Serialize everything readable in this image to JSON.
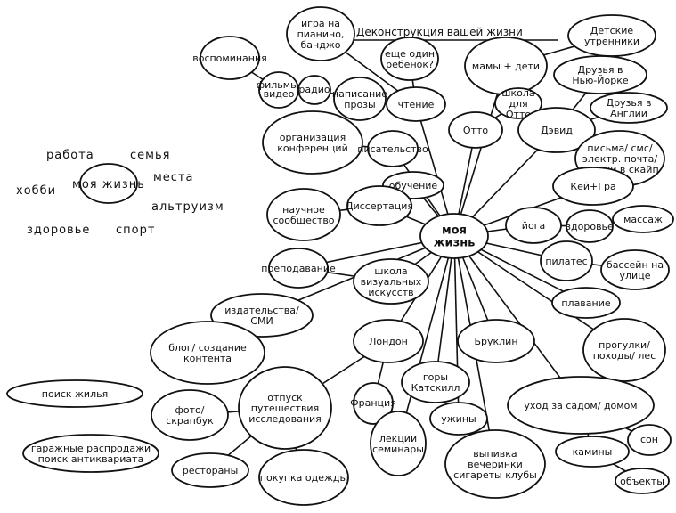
{
  "title": "Деконструкция вашей жизни",
  "legend": {
    "center": "моя жизнь",
    "words": [
      "работа",
      "семья",
      "места",
      "хобби",
      "альтруизм",
      "здоровье",
      "спорт"
    ]
  },
  "nodes": [
    {
      "id": "center",
      "text": "моя жизнь"
    },
    {
      "id": "piano",
      "text": "игра на пианино, банджо"
    },
    {
      "id": "memories",
      "text": "воспоминания"
    },
    {
      "id": "one-more-child",
      "text": "еще один ребенок?"
    },
    {
      "id": "films",
      "text": "фильмы, видео"
    },
    {
      "id": "radio",
      "text": "радио"
    },
    {
      "id": "prose",
      "text": "написание прозы"
    },
    {
      "id": "reading",
      "text": "чтение"
    },
    {
      "id": "moms-kids",
      "text": "мамы + дети"
    },
    {
      "id": "kids-parties",
      "text": "Детские утренники"
    },
    {
      "id": "ny-friends",
      "text": "Друзья в Нью-Йорке"
    },
    {
      "id": "uk-friends",
      "text": "Друзья в Англии"
    },
    {
      "id": "otto-school",
      "text": "школа для Отто"
    },
    {
      "id": "otto",
      "text": "Отто"
    },
    {
      "id": "david",
      "text": "Дэвид"
    },
    {
      "id": "letters",
      "text": "письма/ смс/ электр. почта/ звонки в скайп"
    },
    {
      "id": "kay-gra",
      "text": "Кей+Гра"
    },
    {
      "id": "conference",
      "text": "организация конференций"
    },
    {
      "id": "writing",
      "text": "писательство"
    },
    {
      "id": "education",
      "text": "обучение"
    },
    {
      "id": "dissertation",
      "text": "Диссертация"
    },
    {
      "id": "sci-community",
      "text": "научное сообщество"
    },
    {
      "id": "yoga",
      "text": "йога"
    },
    {
      "id": "health",
      "text": "здоровье"
    },
    {
      "id": "massage",
      "text": "массаж"
    },
    {
      "id": "pilates",
      "text": "пилатес"
    },
    {
      "id": "pool",
      "text": "бассейн на улице"
    },
    {
      "id": "swimming",
      "text": "плавание"
    },
    {
      "id": "teaching",
      "text": "преподавание"
    },
    {
      "id": "sva",
      "text": "школа визуальных искусств"
    },
    {
      "id": "publishing",
      "text": "издательства/ СМИ"
    },
    {
      "id": "blog",
      "text": "блог/ создание контента"
    },
    {
      "id": "london",
      "text": "Лондон"
    },
    {
      "id": "brooklyn",
      "text": "Бруклин"
    },
    {
      "id": "walks",
      "text": "прогулки/ походы/ лес"
    },
    {
      "id": "house-search",
      "text": "поиск жилья"
    },
    {
      "id": "photo",
      "text": "фото/ скрапбук"
    },
    {
      "id": "vacation",
      "text": "отпуск путешествия исследования"
    },
    {
      "id": "france",
      "text": "Франция"
    },
    {
      "id": "catskill",
      "text": "горы Катскилл"
    },
    {
      "id": "garden",
      "text": "уход за садом/ домом"
    },
    {
      "id": "garage",
      "text": "гаражные распродажи поиск антиквариата"
    },
    {
      "id": "restaurants",
      "text": "рестораны"
    },
    {
      "id": "clothes",
      "text": "покупка одежды"
    },
    {
      "id": "lectures",
      "text": "лекции семинары"
    },
    {
      "id": "dinners",
      "text": "ужины"
    },
    {
      "id": "drinks",
      "text": "выпивка вечеринки сигареты клубы"
    },
    {
      "id": "fireplaces",
      "text": "камины"
    },
    {
      "id": "sleep",
      "text": "сон"
    },
    {
      "id": "objects",
      "text": "объекты"
    }
  ],
  "links": [
    [
      "center",
      "reading"
    ],
    [
      "center",
      "moms-kids"
    ],
    [
      "center",
      "otto"
    ],
    [
      "center",
      "david"
    ],
    [
      "center",
      "kay-gra"
    ],
    [
      "center",
      "writing"
    ],
    [
      "center",
      "education"
    ],
    [
      "center",
      "dissertation"
    ],
    [
      "center",
      "yoga"
    ],
    [
      "center",
      "pilates"
    ],
    [
      "center",
      "swimming"
    ],
    [
      "center",
      "sva"
    ],
    [
      "center",
      "london"
    ],
    [
      "center",
      "brooklyn"
    ],
    [
      "center",
      "walks"
    ],
    [
      "center",
      "catskill"
    ],
    [
      "center",
      "garden"
    ],
    [
      "center",
      "lectures"
    ],
    [
      "center",
      "drinks"
    ],
    [
      "center",
      "dinners"
    ],
    [
      "center",
      "teaching"
    ],
    [
      "center",
      "publishing"
    ],
    [
      "reading",
      "prose"
    ],
    [
      "prose",
      "radio"
    ],
    [
      "radio",
      "films"
    ],
    [
      "films",
      "memories"
    ],
    [
      "reading",
      "piano"
    ],
    [
      "reading",
      "one-more-child"
    ],
    [
      "moms-kids",
      "kids-parties"
    ],
    [
      "david",
      "ny-friends"
    ],
    [
      "david",
      "uk-friends"
    ],
    [
      "otto",
      "otto-school"
    ],
    [
      "david",
      "letters"
    ],
    [
      "writing",
      "conference"
    ],
    [
      "dissertation",
      "sci-community"
    ],
    [
      "yoga",
      "health"
    ],
    [
      "health",
      "massage"
    ],
    [
      "pilates",
      "pool"
    ],
    [
      "sva",
      "teaching"
    ],
    [
      "publishing",
      "blog"
    ],
    [
      "london",
      "france"
    ],
    [
      "london",
      "vacation"
    ],
    [
      "vacation",
      "restaurants"
    ],
    [
      "vacation",
      "clothes"
    ],
    [
      "vacation",
      "photo"
    ],
    [
      "garden",
      "fireplaces"
    ],
    [
      "garden",
      "sleep"
    ],
    [
      "fireplaces",
      "objects"
    ]
  ]
}
